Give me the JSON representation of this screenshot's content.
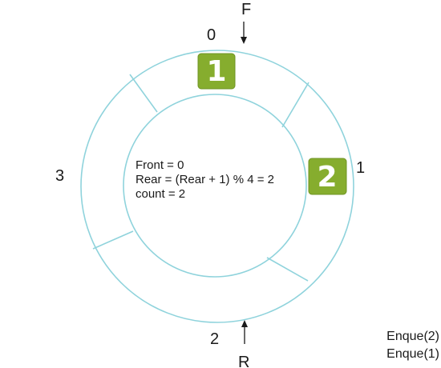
{
  "queue": {
    "slots": [
      {
        "index": "0",
        "value": "1"
      },
      {
        "index": "1",
        "value": "2"
      },
      {
        "index": "2",
        "value": ""
      },
      {
        "index": "3",
        "value": ""
      }
    ],
    "front_pointer": "F",
    "rear_pointer": "R"
  },
  "state": {
    "front": "Front = 0",
    "rear": "Rear = (Rear + 1) % 4 = 2",
    "count": "count = 2"
  },
  "operations": [
    "Enque(2)",
    "Enque(1)"
  ],
  "colors": {
    "ring": "#8fd3dc",
    "badge": "#86ad2e",
    "badge_text": "#ffffff"
  }
}
